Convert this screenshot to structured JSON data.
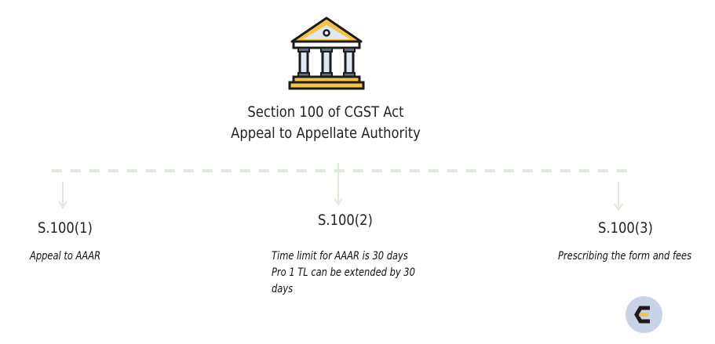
{
  "colors": {
    "connector": "#dfeadb",
    "building_gold": "#f6c445",
    "building_body": "#dfe7f2",
    "outline": "#1c1c1c",
    "logo_bg": "#c9d3e8"
  },
  "icons": {
    "main": "courthouse-icon",
    "brand": "brand-logo-icon"
  },
  "title": {
    "line1": "Section 100 of CGST Act",
    "line2": "Appeal to Appellate Authority"
  },
  "branches": [
    {
      "head": "S.100(1)",
      "lines": [
        "Appeal to AAAR"
      ]
    },
    {
      "head": "S.100(2)",
      "lines": [
        "Time limit for AAAR is 30 days",
        "Pro 1 TL can be extended by 30",
        "days"
      ]
    },
    {
      "head": "S.100(3)",
      "lines": [
        "Prescribing the form and fees"
      ]
    }
  ]
}
